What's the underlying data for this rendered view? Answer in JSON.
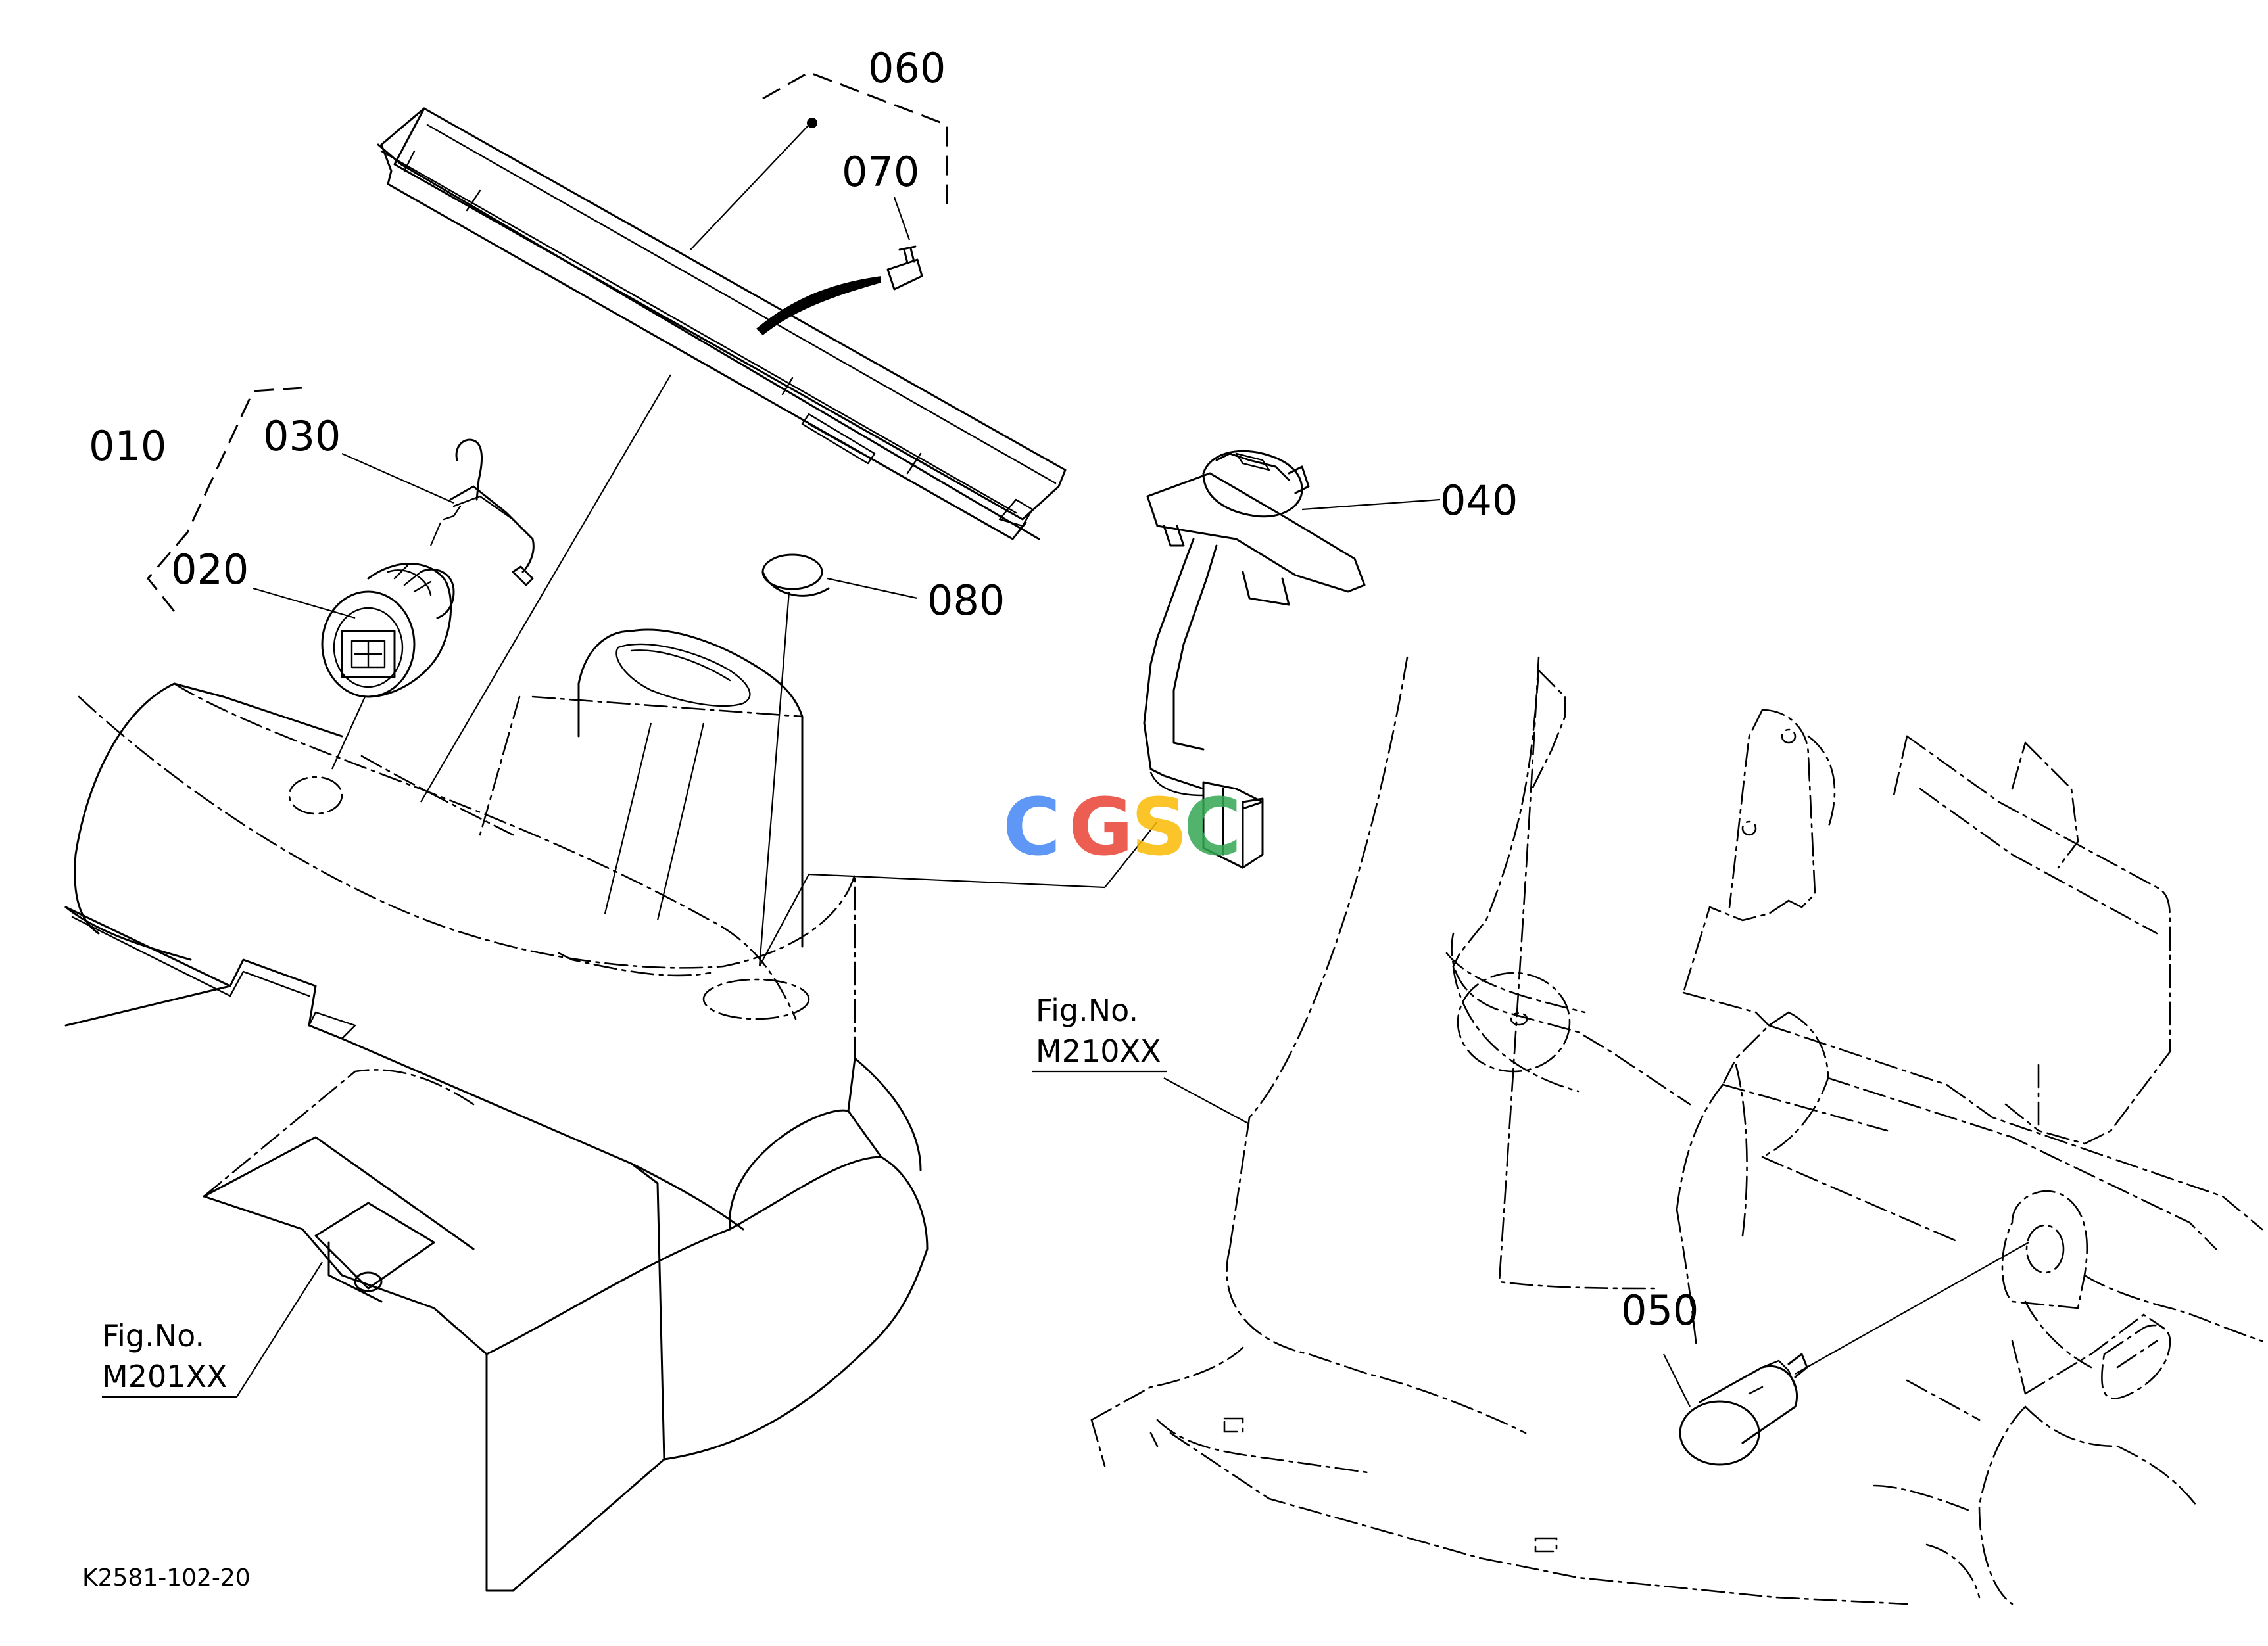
{
  "callouts": {
    "p010": "010",
    "p020": "020",
    "p030": "030",
    "p040": "040",
    "p050": "050",
    "p060": "060",
    "p070": "070",
    "p080": "080"
  },
  "figure_refs": {
    "ref_a": {
      "line1": "Fig.No.",
      "line2": "M201XX"
    },
    "ref_b": {
      "line1": "Fig.No.",
      "line2": "M210XX"
    }
  },
  "drawing_code": "K2581-102-20",
  "watermark": {
    "letters": [
      "C",
      "G",
      "S",
      "C"
    ],
    "colors": [
      "#4285F4",
      "#EA4335",
      "#FBBC05",
      "#34A853"
    ]
  }
}
